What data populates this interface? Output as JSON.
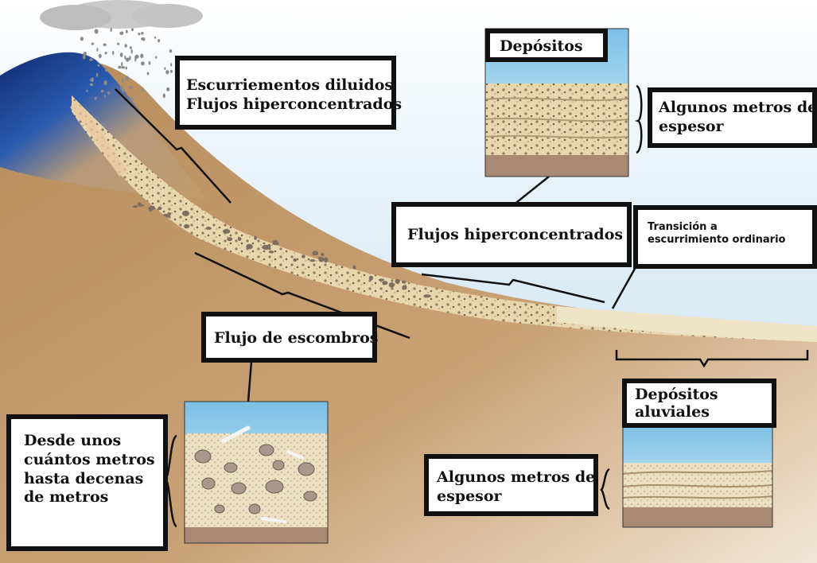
{
  "labels": {
    "diluted": {
      "line1": "Escurriementos diluidos",
      "line2": "Flujos hiperconcentrados"
    },
    "deposits_top": "Depósitos",
    "thickness_top": {
      "line1": "Algunos metros de",
      "line2": "espesor"
    },
    "hyper_flows": "Flujos hiperconcentrados",
    "transition": {
      "line1": "Transición a",
      "line2": "escurrimiento ordinario"
    },
    "debris_flow": "Flujo de escombros",
    "debris_thickness": {
      "line1": "Desde unos",
      "line2": "cuántos metros",
      "line3": "hasta decenas",
      "line4": "de metros"
    },
    "alluvial": {
      "line1": "Depósitos",
      "line2": "aluviales"
    },
    "thickness_bottom": {
      "line1": "Algunos metros de",
      "line2": "espesor"
    }
  },
  "colors": {
    "sky": "#cfe6f3",
    "ground": "#c39a6c",
    "volcano": "#1c3f8a",
    "deposit": "#e8d6ad",
    "label_border": "#111111"
  }
}
